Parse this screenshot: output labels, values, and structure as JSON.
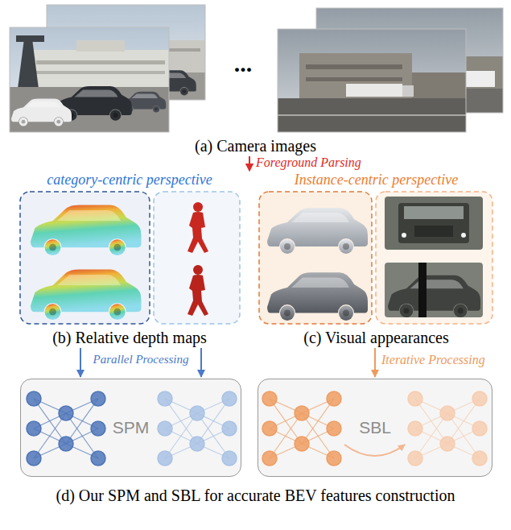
{
  "diagram": {
    "nodes": [
      {
        "text": [
          "(a) Camera images"
        ]
      },
      {
        "text": [
          "category-centric perspective",
          "(b) Relative depth maps"
        ]
      },
      {
        "text": [
          "Instance-centric perspective",
          "(c) Visual appearances"
        ]
      },
      {
        "text": [
          "SPM"
        ]
      },
      {
        "text": [
          "SBL"
        ]
      }
    ],
    "edges": [
      {
        "from": 0,
        "to": 1,
        "label": "Foreground Parsing",
        "arrow": "to"
      },
      {
        "from": 0,
        "to": 2,
        "arrow": "to"
      },
      {
        "from": 1,
        "to": 3,
        "label": "Parallel Processing",
        "arrow": "to"
      },
      {
        "from": 1,
        "to": 3,
        "arrow": "to"
      },
      {
        "from": 2,
        "to": 4,
        "label": "Iterative Processing",
        "arrow": "to"
      }
    ],
    "labels": [
      "...",
      "(d) Our SPM and SBL for accurate BEV features construction"
    ]
  }
}
